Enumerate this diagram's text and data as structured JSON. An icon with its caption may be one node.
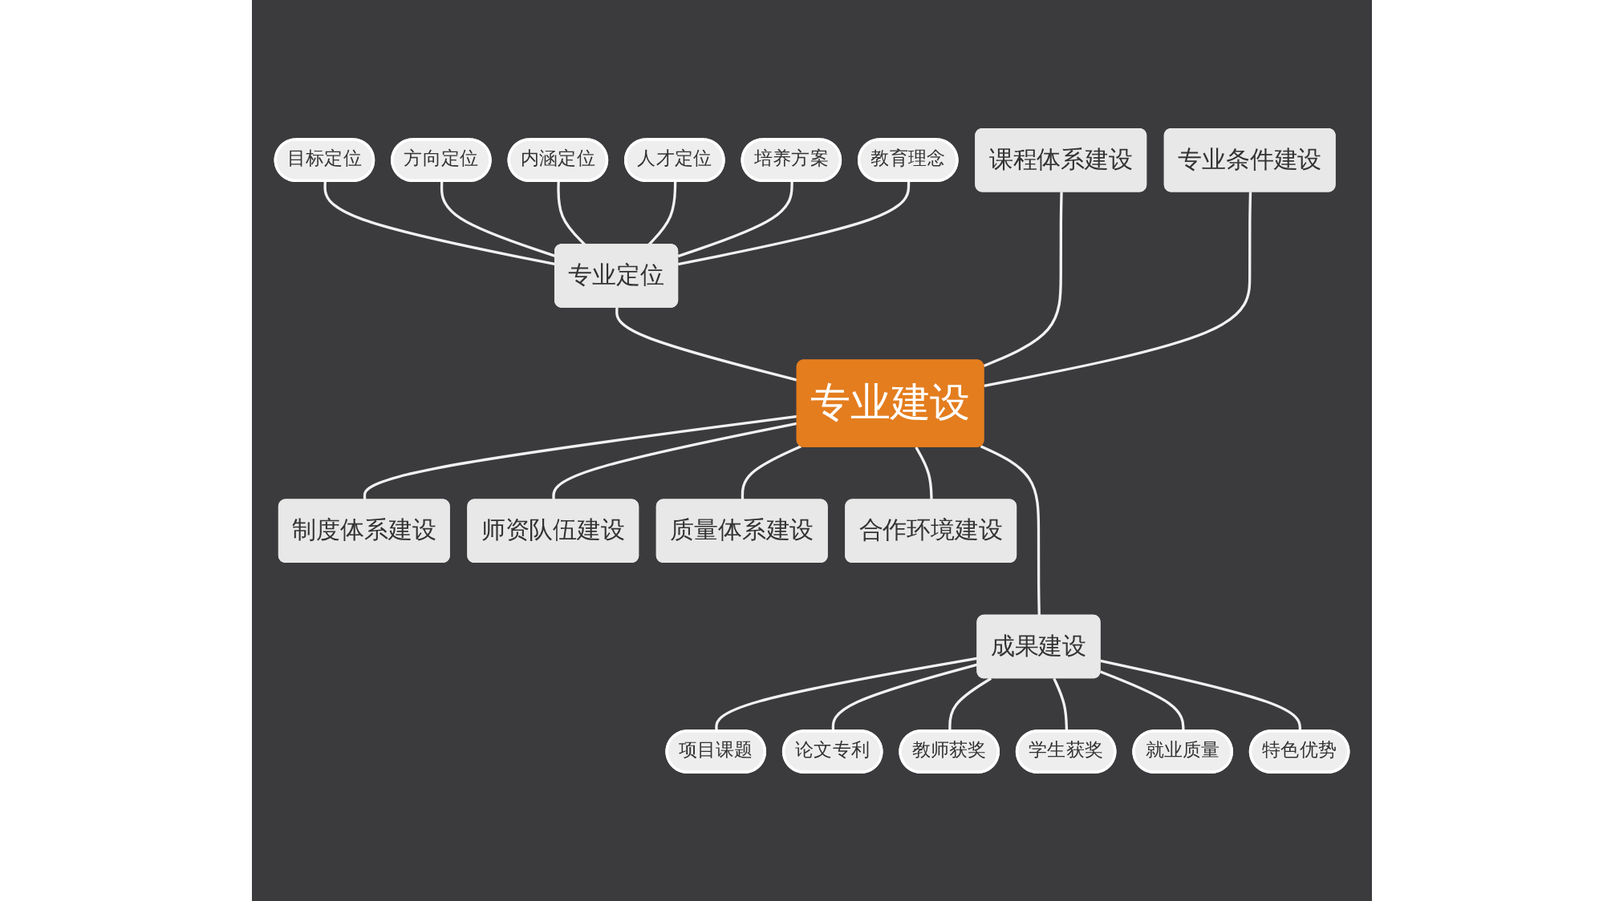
{
  "diagram": {
    "nodes": [
      {
        "text": [
          "目标定位"
        ]
      },
      {
        "text": [
          "方向定位"
        ]
      },
      {
        "text": [
          "内涵定位"
        ]
      },
      {
        "text": [
          "人才定位"
        ]
      },
      {
        "text": [
          "培养方案"
        ]
      },
      {
        "text": [
          "教育理念"
        ]
      },
      {
        "text": [
          "专业定位"
        ]
      },
      {
        "text": [
          "课程体系建设"
        ]
      },
      {
        "text": [
          "专业条件建设"
        ]
      },
      {
        "text": [
          "专业建设"
        ]
      },
      {
        "text": [
          "制度体系建设"
        ]
      },
      {
        "text": [
          "师资队伍建设"
        ]
      },
      {
        "text": [
          "质量体系建设"
        ]
      },
      {
        "text": [
          "合作环境建设"
        ]
      },
      {
        "text": [
          "成果建设"
        ]
      },
      {
        "text": [
          "项目课题"
        ]
      },
      {
        "text": [
          "论文专利"
        ]
      },
      {
        "text": [
          "教师获奖"
        ]
      },
      {
        "text": [
          "学生获奖"
        ]
      },
      {
        "text": [
          "就业质量"
        ]
      },
      {
        "text": [
          "特色优势"
        ]
      }
    ],
    "edges": [
      {
        "from": 0,
        "to": 6,
        "arrow": "none"
      },
      {
        "from": 1,
        "to": 6,
        "arrow": "none"
      },
      {
        "from": 2,
        "to": 6,
        "arrow": "none"
      },
      {
        "from": 3,
        "to": 6,
        "arrow": "none"
      },
      {
        "from": 4,
        "to": 6,
        "arrow": "none"
      },
      {
        "from": 5,
        "to": 6,
        "arrow": "none"
      },
      {
        "from": 6,
        "to": 9,
        "arrow": "none"
      },
      {
        "from": 7,
        "to": 9,
        "arrow": "none"
      },
      {
        "from": 8,
        "to": 9,
        "arrow": "none"
      },
      {
        "from": 9,
        "to": 10,
        "arrow": "none"
      },
      {
        "from": 9,
        "to": 11,
        "arrow": "none"
      },
      {
        "from": 9,
        "to": 12,
        "arrow": "none"
      },
      {
        "from": 9,
        "to": 13,
        "arrow": "none"
      },
      {
        "from": 9,
        "to": 14,
        "arrow": "none"
      },
      {
        "from": 14,
        "to": 15,
        "arrow": "none"
      },
      {
        "from": 14,
        "to": 16,
        "arrow": "none"
      },
      {
        "from": 14,
        "to": 17,
        "arrow": "none"
      },
      {
        "from": 14,
        "to": 18,
        "arrow": "none"
      },
      {
        "from": 14,
        "to": 19,
        "arrow": "none"
      },
      {
        "from": 14,
        "to": 20,
        "arrow": "none"
      }
    ]
  }
}
